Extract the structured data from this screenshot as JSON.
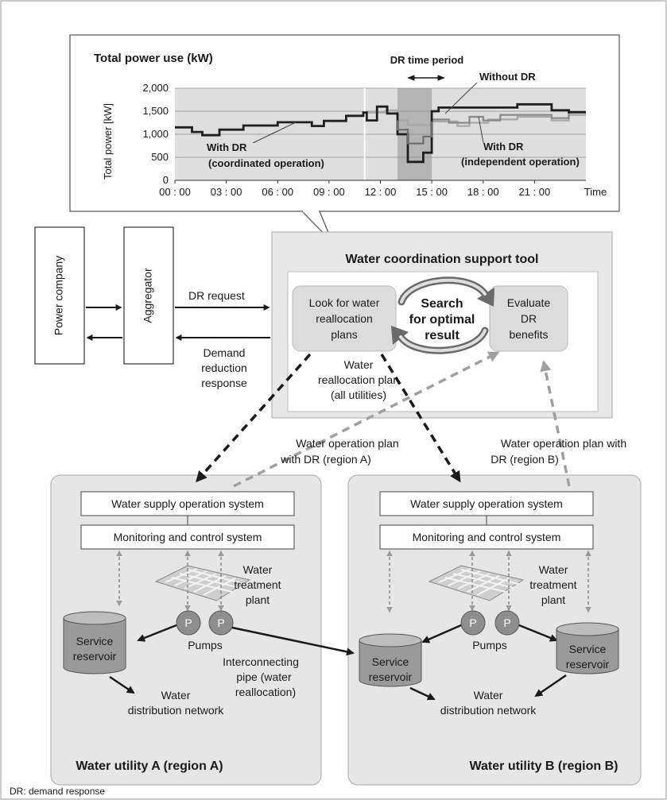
{
  "chart_panel": {
    "title": "Total power use (kW)",
    "y_axis_label": "Total power [kW]",
    "dr_period_label": "DR time period",
    "annotations": {
      "without_dr": "Without DR",
      "coordinated_line1": "With DR",
      "coordinated_line2": "(coordinated operation)",
      "independent_line1": "With DR",
      "independent_line2": "(independent operation)"
    }
  },
  "chart_data": {
    "type": "line",
    "ylabel": "Total power [kW]",
    "xlabel": "Time",
    "ylim": [
      0,
      2000
    ],
    "yticks": [
      "0",
      "500",
      "1,000",
      "1,500",
      "2,000"
    ],
    "xticks": [
      "00 : 00",
      "03 : 00",
      "06 : 00",
      "09 : 00",
      "12 : 00",
      "15 : 00",
      "18 : 00",
      "21 : 00"
    ],
    "xlim_hours": [
      0,
      24
    ],
    "dr_period_hours": [
      13.0,
      15.0
    ],
    "grid": true,
    "series": [
      {
        "name": "Without DR",
        "color": "#a8a8a8",
        "points": [
          [
            0,
            1150
          ],
          [
            1,
            1150
          ],
          [
            1,
            1050
          ],
          [
            1.6,
            1050
          ],
          [
            1.6,
            980
          ],
          [
            2.6,
            980
          ],
          [
            2.6,
            1100
          ],
          [
            4,
            1100
          ],
          [
            4,
            1190
          ],
          [
            6,
            1190
          ],
          [
            6,
            1260
          ],
          [
            8,
            1260
          ],
          [
            8,
            1180
          ],
          [
            8.7,
            1180
          ],
          [
            8.7,
            1290
          ],
          [
            10,
            1290
          ],
          [
            10,
            1400
          ],
          [
            11,
            1400
          ],
          [
            11,
            1470
          ],
          [
            12.3,
            1470
          ],
          [
            12.3,
            1520
          ],
          [
            13,
            1520
          ],
          [
            13,
            1300
          ],
          [
            13.6,
            1300
          ],
          [
            13.6,
            1200
          ],
          [
            15,
            1200
          ],
          [
            15,
            1280
          ],
          [
            16.5,
            1280
          ],
          [
            16.5,
            1180
          ],
          [
            17.2,
            1180
          ],
          [
            17.2,
            1250
          ],
          [
            18.3,
            1250
          ],
          [
            18.3,
            1320
          ],
          [
            20,
            1320
          ],
          [
            20,
            1380
          ],
          [
            22,
            1380
          ],
          [
            22,
            1300
          ],
          [
            23,
            1300
          ],
          [
            23,
            1420
          ],
          [
            24,
            1420
          ]
        ]
      },
      {
        "name": "With DR (independent operation)",
        "color": "#8a8a8a",
        "points": [
          [
            15,
            1320
          ],
          [
            16,
            1320
          ],
          [
            16,
            1250
          ],
          [
            17.2,
            1250
          ],
          [
            17.2,
            1380
          ],
          [
            18,
            1380
          ],
          [
            18,
            1300
          ],
          [
            19,
            1300
          ],
          [
            19,
            1420
          ],
          [
            22,
            1420
          ],
          [
            22,
            1350
          ],
          [
            23,
            1350
          ],
          [
            23,
            1470
          ],
          [
            24,
            1470
          ]
        ]
      },
      {
        "name": "With DR (coordinated operation)",
        "color": "#1f1f1f",
        "points": [
          [
            0,
            1150
          ],
          [
            1,
            1150
          ],
          [
            1,
            1050
          ],
          [
            1.6,
            1050
          ],
          [
            1.6,
            980
          ],
          [
            2.6,
            980
          ],
          [
            2.6,
            1100
          ],
          [
            4,
            1100
          ],
          [
            4,
            1190
          ],
          [
            6,
            1190
          ],
          [
            6,
            1260
          ],
          [
            8,
            1260
          ],
          [
            8,
            1180
          ],
          [
            8.7,
            1180
          ],
          [
            8.7,
            1290
          ],
          [
            10,
            1290
          ],
          [
            10,
            1400
          ],
          [
            11,
            1400
          ],
          [
            11,
            1470
          ],
          [
            11.2,
            1470
          ],
          [
            11.2,
            1300
          ],
          [
            11.8,
            1300
          ],
          [
            11.8,
            1600
          ],
          [
            12.4,
            1600
          ],
          [
            12.4,
            1450
          ],
          [
            13,
            1450
          ],
          [
            13,
            1000
          ],
          [
            13.6,
            1000
          ],
          [
            13.6,
            400
          ],
          [
            14.5,
            400
          ],
          [
            14.5,
            600
          ],
          [
            15,
            600
          ],
          [
            15,
            1500
          ],
          [
            15.4,
            1500
          ],
          [
            15.4,
            1580
          ],
          [
            20,
            1580
          ],
          [
            20,
            1650
          ],
          [
            22,
            1650
          ],
          [
            22,
            1520
          ],
          [
            23,
            1520
          ],
          [
            23,
            1480
          ],
          [
            24,
            1480
          ]
        ]
      },
      {
        "name": "Without DR (during DR period)",
        "color": "#6e6e6e",
        "points": [
          [
            13,
            1300
          ],
          [
            13,
            1100
          ],
          [
            13.6,
            1100
          ],
          [
            13.6,
            800
          ],
          [
            14.5,
            800
          ],
          [
            14.5,
            950
          ],
          [
            15,
            950
          ],
          [
            15,
            1280
          ]
        ]
      }
    ],
    "annotations": [
      "DR time period",
      "Without DR",
      "With DR (coordinated operation)",
      "With DR (independent operation)"
    ]
  },
  "diagram": {
    "power_company": "Power company",
    "aggregator": "Aggregator",
    "dr_request": "DR request",
    "demand_reduction_line1": "Demand",
    "demand_reduction_line2": "reduction",
    "demand_reduction_line3": "response",
    "tool": {
      "title": "Water coordination support tool",
      "look_line1": "Look for water",
      "look_line2": "reallocation",
      "look_line3": "plans",
      "search_line1": "Search",
      "search_line2": "for optimal",
      "search_line3": "result",
      "evaluate_line1": "Evaluate",
      "evaluate_line2": "DR",
      "evaluate_line3": "benefits",
      "realloc_line1": "Water",
      "realloc_line2": "reallocation plan",
      "realloc_line3": "(all utilities)"
    },
    "op_plan_a_line1": "Water operation plan",
    "op_plan_a_line2": "with DR (region A)",
    "op_plan_b_line1": "Water operation plan with",
    "op_plan_b_line2": "DR (region B)",
    "utility_a": {
      "supply_system": "Water supply operation system",
      "monitoring_system": "Monitoring and control system",
      "plant_line1": "Water",
      "plant_line2": "treatment",
      "plant_line3": "plant",
      "pump": "P",
      "pumps_label": "Pumps",
      "reservoir_line1": "Service",
      "reservoir_line2": "reservoir",
      "network_line1": "Water",
      "network_line2": "distribution network",
      "title": "Water utility A (region A)"
    },
    "utility_b": {
      "supply_system": "Water supply operation system",
      "monitoring_system": "Monitoring and control system",
      "plant_line1": "Water",
      "plant_line2": "treatment",
      "plant_line3": "plant",
      "pump": "P",
      "pumps_label": "Pumps",
      "reservoir_line1": "Service",
      "reservoir_line2": "reservoir",
      "network_line1": "Water",
      "network_line2": "distribution network",
      "title": "Water utility B (region B)"
    },
    "interconnect_line1": "Interconnecting",
    "interconnect_line2": "pipe (water",
    "interconnect_line3": "reallocation)",
    "footnote": "DR: demand response"
  }
}
